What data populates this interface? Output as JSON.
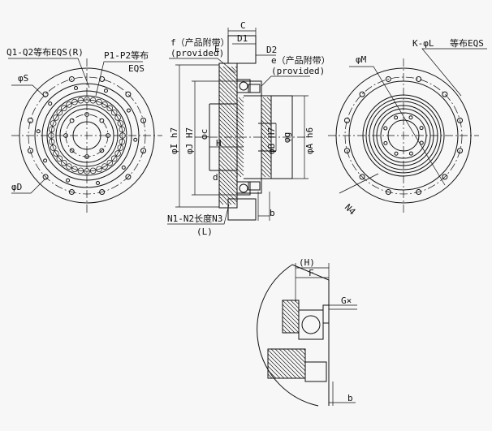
{
  "labels": {
    "q1q2": "Q1-Q2等布EQS(R)",
    "p1p2": "P1-P2等布",
    "eqs": "EQS",
    "phi_s": "φS",
    "phi_d": "φD",
    "f_note": "f（产品附带）",
    "provided1": "(provided)",
    "c": "C",
    "d1": "D1",
    "e_cap": "E",
    "d2": "D2",
    "e_note": "e（产品附带）",
    "provided2": "(provided)",
    "phi_i_h7": "φI h7",
    "phi_j_h7": "φJ H7",
    "phi_c": "φc",
    "h": "H",
    "d_small": "d",
    "phi_b_h7": "φB H7",
    "phi_a_h6": "φA h6",
    "phi_g": "φg",
    "n1n3": "N1-N2长度N3",
    "l_paren": "(L)",
    "b": "b",
    "k_phi_l": "K-φL",
    "k_eqs": "等布EQS",
    "phi_m": "φM",
    "n4": "N4",
    "h_paren": "(H)",
    "f_cap": "F",
    "gx": "G×",
    "b2": "b"
  }
}
